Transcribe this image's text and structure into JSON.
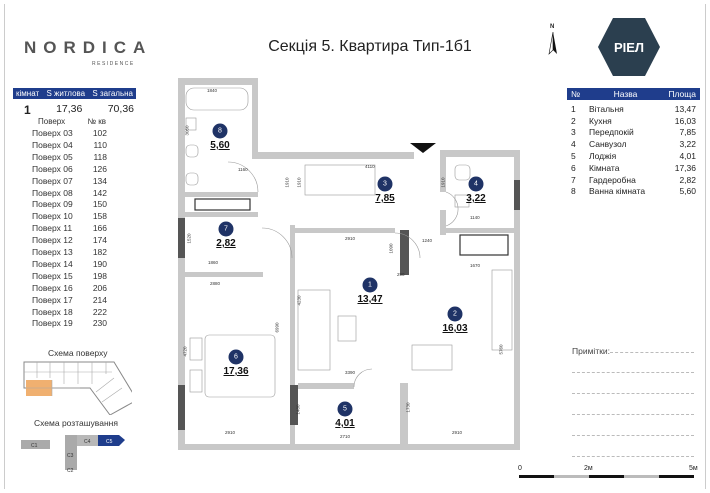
{
  "logo": {
    "name": "NORDICA",
    "sub": "RESIDENCE"
  },
  "summary": {
    "headers": [
      "кімнат",
      "S житлова",
      "S загальна"
    ],
    "rooms": "1",
    "living_area": "17,36",
    "total_area": "70,36"
  },
  "floors": {
    "headers": [
      "Поверх",
      "№ кв"
    ],
    "rows": [
      [
        "Поверх 03",
        "102"
      ],
      [
        "Поверх 04",
        "110"
      ],
      [
        "Поверх 05",
        "118"
      ],
      [
        "Поверх 06",
        "126"
      ],
      [
        "Поверх 07",
        "134"
      ],
      [
        "Поверх 08",
        "142"
      ],
      [
        "Поверх 09",
        "150"
      ],
      [
        "Поверх 10",
        "158"
      ],
      [
        "Поверх 11",
        "166"
      ],
      [
        "Поверх 12",
        "174"
      ],
      [
        "Поверх 13",
        "182"
      ],
      [
        "Поверх 14",
        "190"
      ],
      [
        "Поверх 15",
        "198"
      ],
      [
        "Поверх 16",
        "206"
      ],
      [
        "Поверх 17",
        "214"
      ],
      [
        "Поверх 18",
        "222"
      ],
      [
        "Поверх 19",
        "230"
      ]
    ]
  },
  "floor_scheme": {
    "title": "Схема поверху"
  },
  "location_scheme": {
    "title": "Схема розташування",
    "sections": [
      "C1",
      "C2",
      "C3",
      "C4",
      "C5"
    ],
    "active": "C5"
  },
  "title": "Секція 5. Квартира Тип-1б1",
  "north": "N",
  "brand": {
    "name": "РІЕЛ",
    "color": "#2b3f4f"
  },
  "accent": "#1f3d8c",
  "rooms_table": {
    "headers": [
      "№",
      "Назва",
      "Площа"
    ],
    "rows": [
      [
        "1",
        "Вітальня",
        "13,47"
      ],
      [
        "2",
        "Кухня",
        "16,03"
      ],
      [
        "3",
        "Передпокій",
        "7,85"
      ],
      [
        "4",
        "Санвузол",
        "3,22"
      ],
      [
        "5",
        "Лоджія",
        "4,01"
      ],
      [
        "6",
        "Кімната",
        "17,36"
      ],
      [
        "7",
        "Гардеробна",
        "2,82"
      ],
      [
        "8",
        "Ванна кімната",
        "5,60"
      ]
    ]
  },
  "plan": {
    "rooms": [
      {
        "n": "1",
        "area": "13,47"
      },
      {
        "n": "2",
        "area": "16,03"
      },
      {
        "n": "3",
        "area": "7,85"
      },
      {
        "n": "4",
        "area": "3,22"
      },
      {
        "n": "5",
        "area": "4,01"
      },
      {
        "n": "6",
        "area": "17,36"
      },
      {
        "n": "7",
        "area": "2,82"
      },
      {
        "n": "8",
        "area": "5,60"
      }
    ],
    "dimensions": [
      "1840",
      "3050",
      "1160",
      "1910",
      "1910",
      "4110",
      "1910",
      "1140",
      "2910",
      "1240",
      "1090",
      "290",
      "1670",
      "1520",
      "1860",
      "2880",
      "4230",
      "6990",
      "4720",
      "3390",
      "5760",
      "1480",
      "1730",
      "2910",
      "2710",
      "2910"
    ]
  },
  "notes": {
    "label": "Примітки:"
  },
  "scale": {
    "labels": [
      "0",
      "2м",
      "5м"
    ]
  }
}
